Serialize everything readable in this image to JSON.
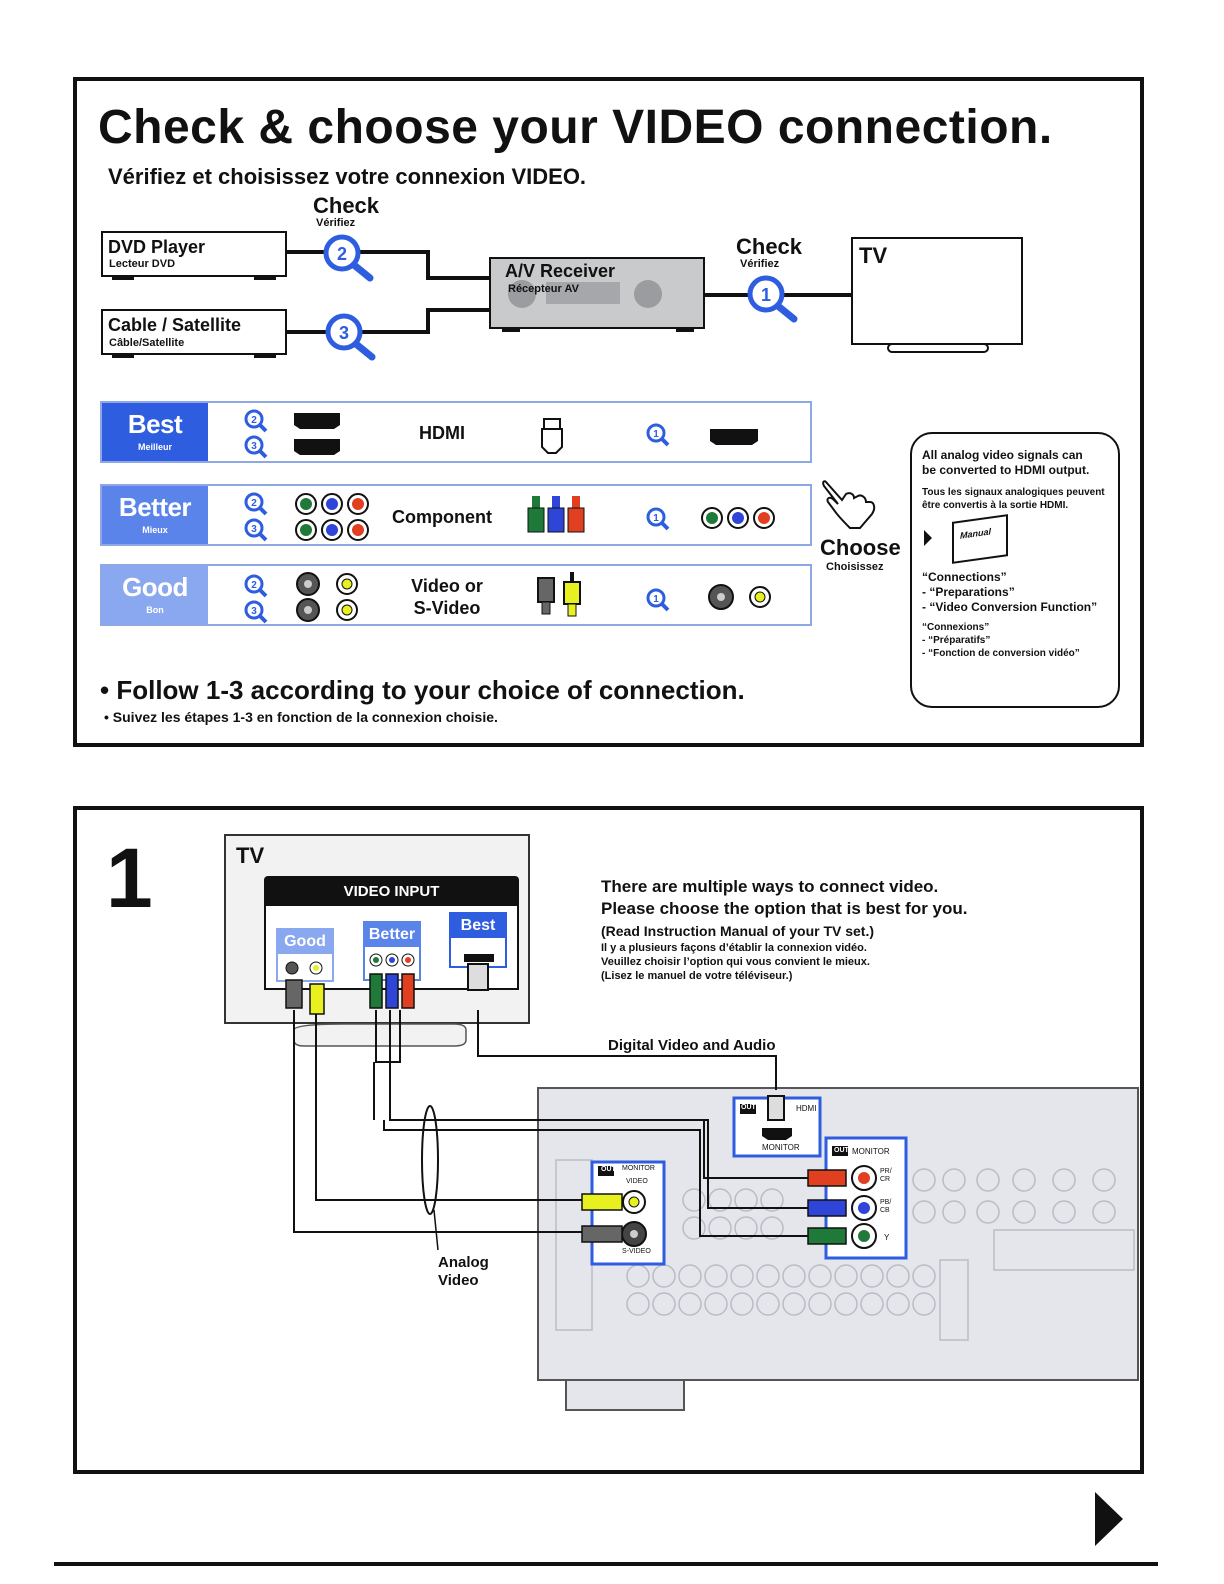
{
  "top_panel": {
    "title": "Check & choose your VIDEO connection.",
    "subtitle_fr": "Vérifiez et choisissez votre connexion VIDEO.",
    "check_label": "Check",
    "check_label_fr": "Vérifiez",
    "devices": {
      "dvd": {
        "name": "DVD Player",
        "name_fr": "Lecteur DVD"
      },
      "cable": {
        "name": "Cable / Satellite",
        "name_fr": "Câble/Satellite"
      },
      "receiver": {
        "name": "A/V Receiver",
        "name_fr": "Récepteur AV"
      },
      "tv": {
        "name": "TV"
      }
    },
    "step_numbers": [
      "1",
      "2",
      "3"
    ],
    "rows": [
      {
        "rank": "Best",
        "rank_fr": "Meilleur",
        "label": "HDMI",
        "color": "#2e5de0"
      },
      {
        "rank": "Better",
        "rank_fr": "Mieux",
        "label": "Component",
        "color": "#5b84ea"
      },
      {
        "rank": "Good",
        "rank_fr": "Bon",
        "label_line1": "Video or",
        "label_line2": "S-Video",
        "color": "#8aa8ef"
      }
    ],
    "choose": {
      "label": "Choose",
      "label_fr": "Choisissez"
    },
    "note": {
      "en": "All analog video signals can be converted to HDMI output.",
      "fr": "Tous les signaux analogiques peuvent être convertis à la sortie HDMI.",
      "manual_label": "Manual",
      "refs_en": [
        "“Connections”",
        "- “Preparations”",
        "- “Video Conversion Function”"
      ],
      "refs_fr": [
        "“Connexions”",
        "- “Préparatifs”",
        "- “Fonction de conversion vidéo”"
      ]
    },
    "follow": "• Follow 1-3 according to your choice of connection.",
    "follow_fr": "• Suivez les étapes 1-3 en fonction de la connexion choisie."
  },
  "step1_panel": {
    "number": "1",
    "tv_label": "TV",
    "video_input": "VIDEO INPUT",
    "ranks": [
      "Good",
      "Better",
      "Best"
    ],
    "intro_en": [
      "There are multiple ways to connect video.",
      "Please choose the option that is best for you.",
      "(Read Instruction Manual of your TV set.)"
    ],
    "intro_fr": [
      "Il y a plusieurs façons d’établir la connexion vidéo.",
      "Veuillez choisir l’option qui vous convient le mieux.",
      "(Lisez le manuel de votre téléviseur.)"
    ],
    "digital_label": "Digital Video and Audio",
    "analog_label_1": "Analog",
    "analog_label_2": "Video",
    "receiver_labels": {
      "out": "OUT",
      "hdmi": "HDMI",
      "monitor": "MONITOR",
      "video": "VIDEO",
      "svideo": "S-VIDEO",
      "pr": "PR/\nCR",
      "pb": "PB/\nCB",
      "y": "Y"
    }
  },
  "colors": {
    "accent": "#2e5de0",
    "component_green": "#1f7a3a",
    "component_blue": "#2f45d8",
    "component_red": "#e0401f",
    "composite_yellow": "#e8f020"
  }
}
